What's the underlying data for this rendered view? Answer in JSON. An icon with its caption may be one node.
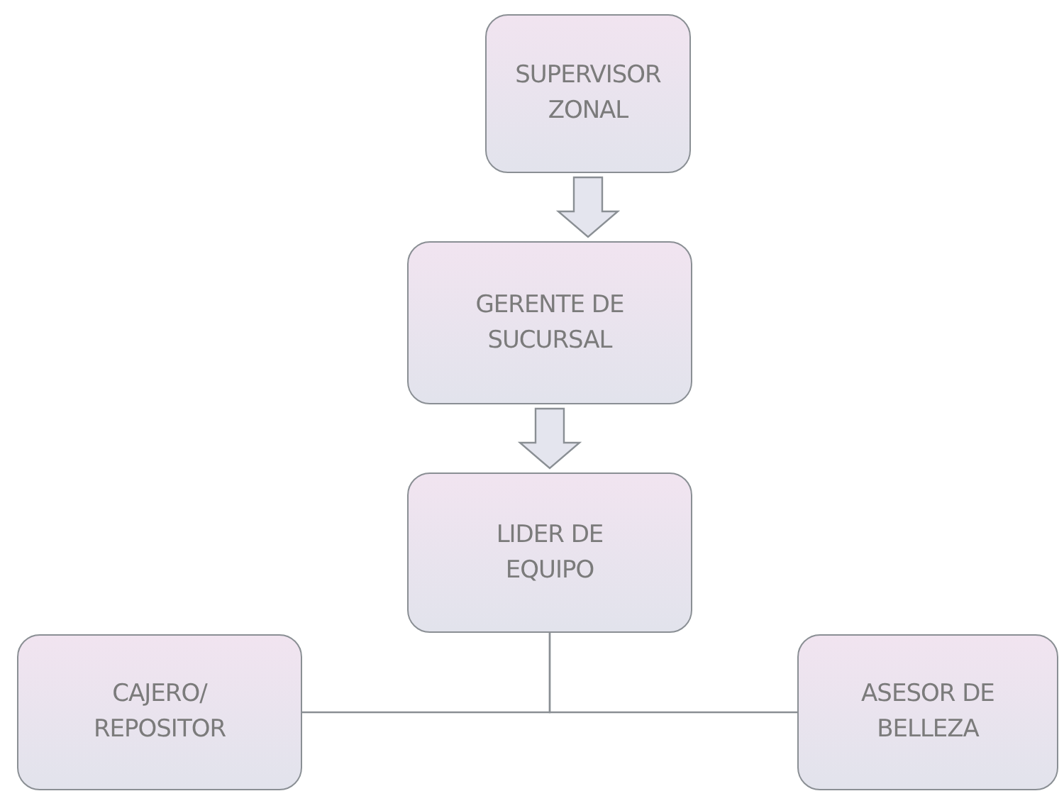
{
  "diagram": {
    "nodes": [
      {
        "text": [
          "SUPERVISOR ZONAL"
        ]
      },
      {
        "text": [
          "GERENTE DE SUCURSAL"
        ]
      },
      {
        "text": [
          "LIDER DE EQUIPO"
        ]
      },
      {
        "text": [
          "CAJERO/ REPOSITOR"
        ]
      },
      {
        "text": [
          "ASESOR DE BELLEZA"
        ]
      }
    ],
    "edges": [
      {
        "from": 0,
        "to": 1,
        "arrow": "to"
      },
      {
        "from": 1,
        "to": 2,
        "arrow": "to"
      },
      {
        "from": 2,
        "to": 3,
        "arrow": "none"
      },
      {
        "from": 2,
        "to": 4,
        "arrow": "none"
      }
    ]
  }
}
